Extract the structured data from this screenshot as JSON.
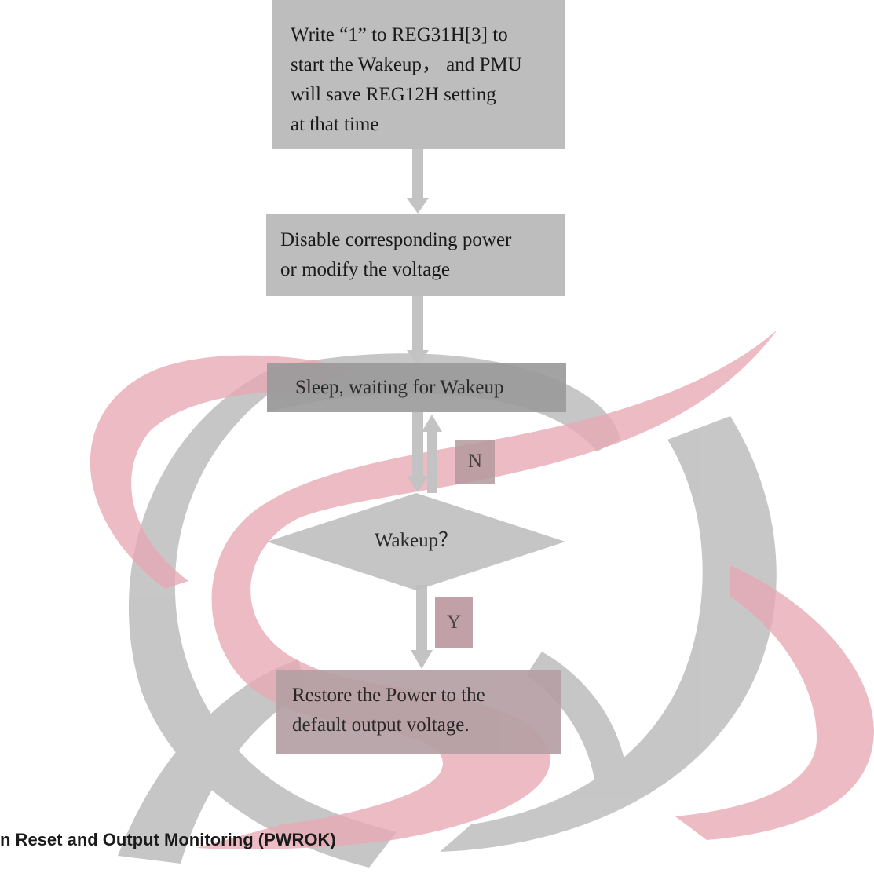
{
  "flowchart": {
    "step1": {
      "lines": [
        "Write “1” to REG31H[3] to",
        "start the Wakeup， and PMU",
        "will save    REG12H setting",
        "at that time"
      ]
    },
    "step2": {
      "lines": [
        "Disable corresponding power",
        "or modify the voltage"
      ]
    },
    "step3": {
      "text": "Sleep, waiting for Wakeup"
    },
    "decision": {
      "text": "Wakeup？"
    },
    "no_label": "N",
    "yes_label": "Y",
    "step4": {
      "lines": [
        "Restore  the  Power  to  the",
        "default output voltage."
      ]
    }
  },
  "section_heading": "n Reset and Output Monitoring (PWROK)",
  "colors": {
    "box_fill": "#c0c0c0",
    "arrow": "#c3c3c3",
    "watermark_red": "#e8a8b4",
    "watermark_gray": "#c4c4c4"
  }
}
